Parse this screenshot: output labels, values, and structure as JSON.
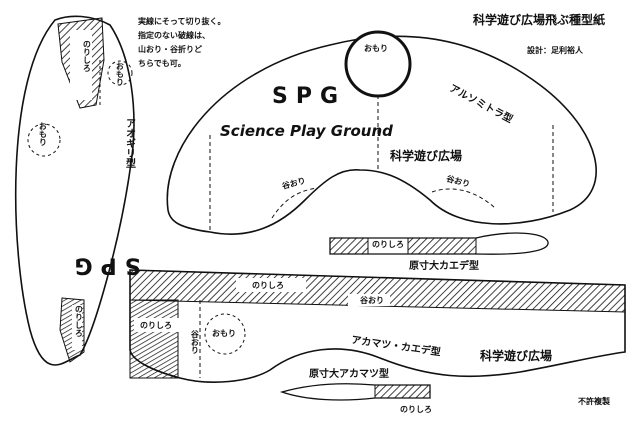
{
  "header": {
    "title": "科学遊び広場飛ぶ種型紙",
    "designer": "設計：足利裕人",
    "instructions": [
      "実線にそって切り抜く。",
      "指定のない破線は、",
      "山おり・谷折りど",
      "ちらでも可。"
    ]
  },
  "left_template": {
    "type_label": "アオギリ型",
    "logo": "SPG",
    "margin_top": "のりしろ",
    "margin_bottom": "のりしろ",
    "fold_mountain": "おもり",
    "fold_weight": "おもり"
  },
  "top_template": {
    "logo": "SPG",
    "subtitle": "Science Play Ground",
    "place": "科学遊び広場",
    "type_label": "アルソミトラ型",
    "weight": "おもり",
    "fold_left": "谷おり",
    "fold_right": "谷おり"
  },
  "kaede_strip": {
    "margin": "のりしろ",
    "caption": "原寸大カエデ型"
  },
  "bottom_template": {
    "margin_top": "のりしろ",
    "fold": "谷おり",
    "margin_left": "のりしろ",
    "fold_vertical": "谷おり",
    "weight": "おもり",
    "type_label": "アカマツ・カエデ型",
    "place": "科学遊び広場"
  },
  "akamatsu_strip": {
    "caption": "原寸大アカマツ型",
    "margin": "のりしろ"
  },
  "footer": {
    "notice": "不許複製"
  },
  "colors": {
    "ink": "#111111",
    "paper": "#ffffff"
  }
}
